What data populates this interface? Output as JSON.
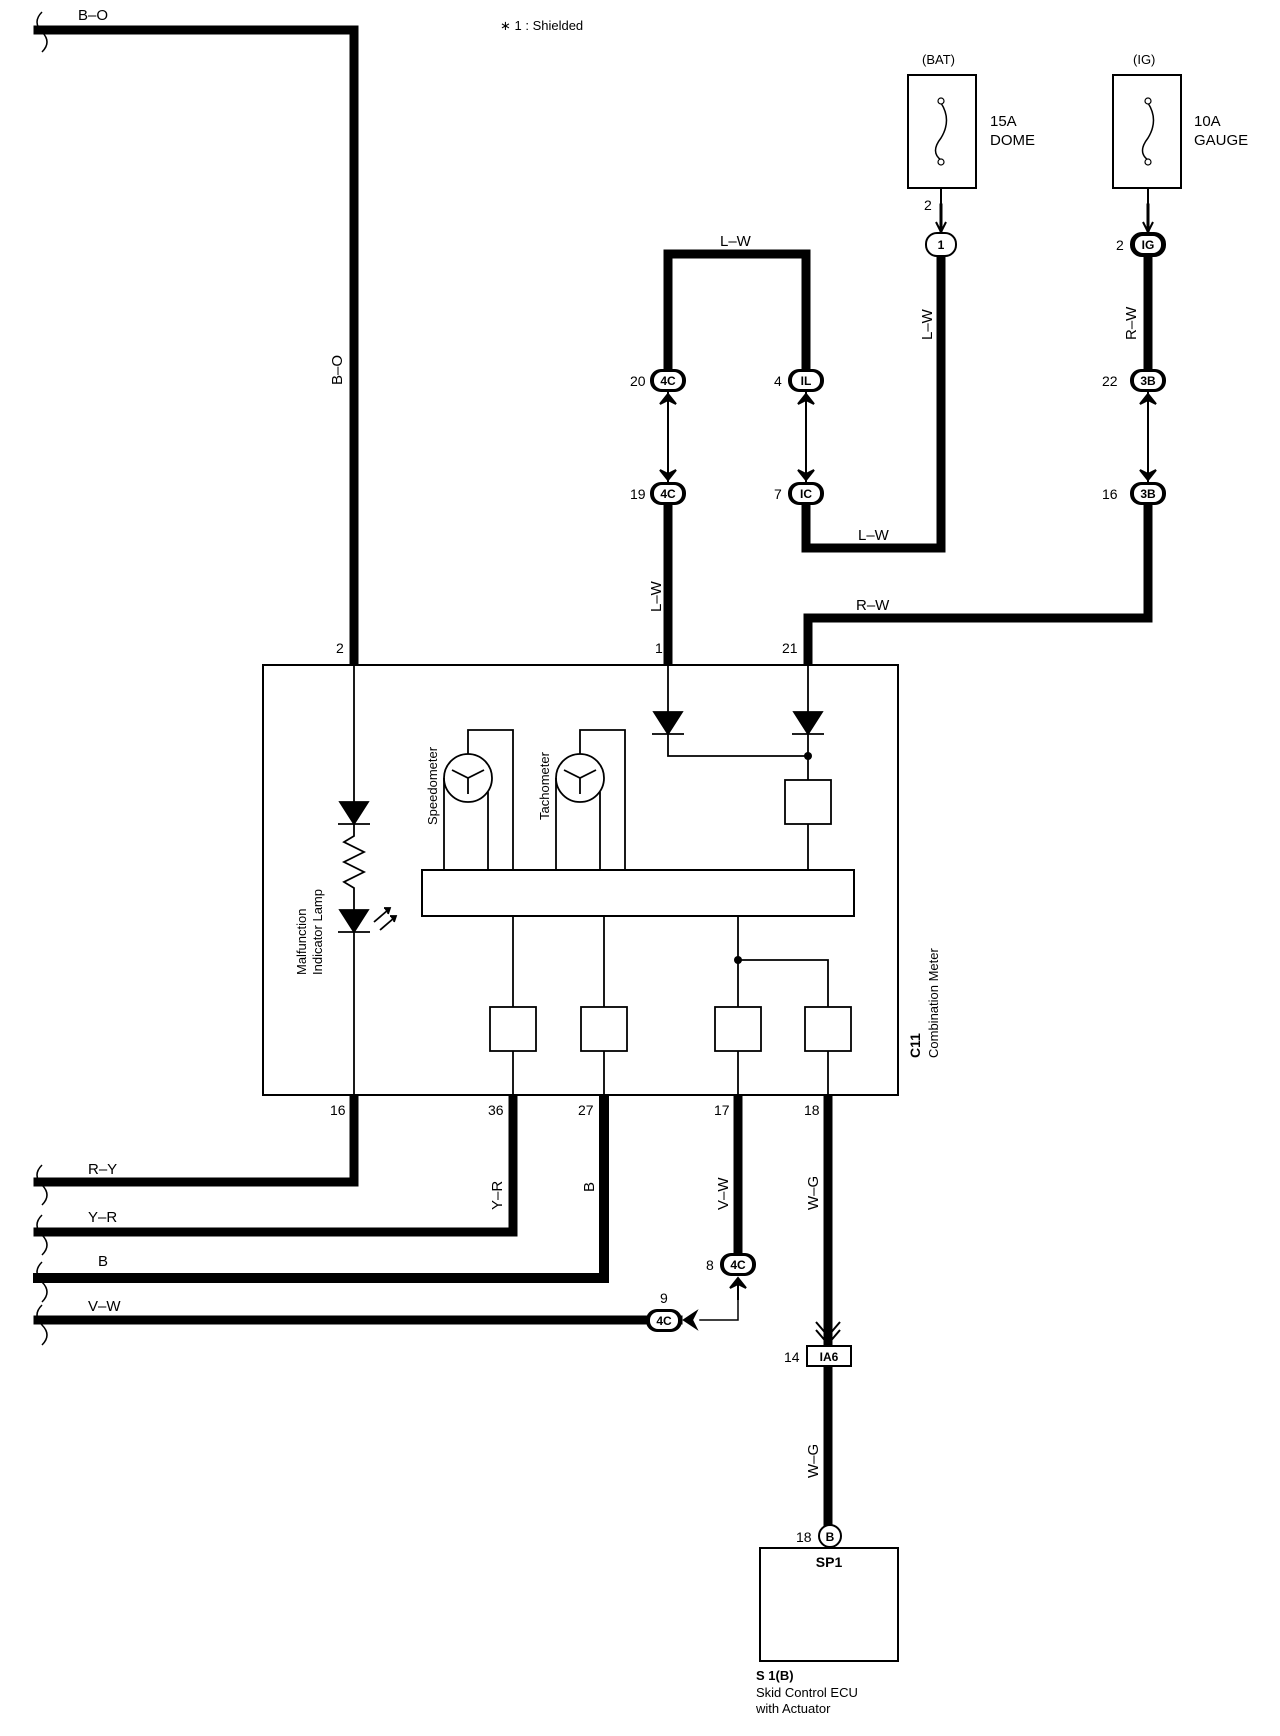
{
  "note": "∗ 1 : Shielded",
  "fuses": {
    "bat": {
      "header": "(BAT)",
      "rating": "15A",
      "name": "DOME",
      "pin": "2",
      "connector": "1"
    },
    "ig": {
      "header": "(IG)",
      "rating": "10A",
      "name": "GAUGE",
      "pin": "2",
      "connector": "IG"
    }
  },
  "wires": {
    "b_o_top": "B–O",
    "b_o_vertical": "B–O",
    "l_w_loop": "L–W",
    "l_w_dome": "L–W",
    "l_w_bottom": "L–W",
    "r_w_ig": "R–W",
    "l_w_pin1": "L–W",
    "r_w_pin21": "R–W",
    "r_y": "R–Y",
    "y_r_left": "Y–R",
    "y_r_vertical": "Y–R",
    "b_left": "B",
    "b_vertical": "B",
    "v_w_left": "V–W",
    "v_w_vertical": "V–W",
    "w_g_upper": "W–G",
    "w_g_lower": "W–G"
  },
  "connectors": {
    "c4c_20": {
      "pin": "20",
      "id": "4C"
    },
    "il_4": {
      "pin": "4",
      "id": "IL"
    },
    "c3b_22": {
      "pin": "22",
      "id": "3B"
    },
    "c4c_19": {
      "pin": "19",
      "id": "4C"
    },
    "ic_7": {
      "pin": "7",
      "id": "IC"
    },
    "c3b_16": {
      "pin": "16",
      "id": "3B"
    },
    "c4c_8": {
      "pin": "8",
      "id": "4C"
    },
    "c4c_9": {
      "pin": "9",
      "id": "4C"
    },
    "ia6_14": {
      "pin": "14",
      "id": "IA6"
    },
    "b_18": {
      "pin": "18",
      "id": "B"
    }
  },
  "meter": {
    "code": "C11",
    "name": "Combination Meter",
    "pins_top": {
      "p2": "2",
      "p1": "1",
      "p21": "21"
    },
    "pins_bottom": {
      "p16": "16",
      "p36": "36",
      "p27": "27",
      "p17": "17",
      "p18": "18"
    },
    "speedometer": "Speedometer",
    "tachometer": "Tachometer",
    "mil_line1": "Malfunction",
    "mil_line2": "Indicator Lamp"
  },
  "ecu": {
    "box_label": "SP1",
    "code": "S 1(B)",
    "name_line1": "Skid Control ECU",
    "name_line2": "with Actuator"
  }
}
